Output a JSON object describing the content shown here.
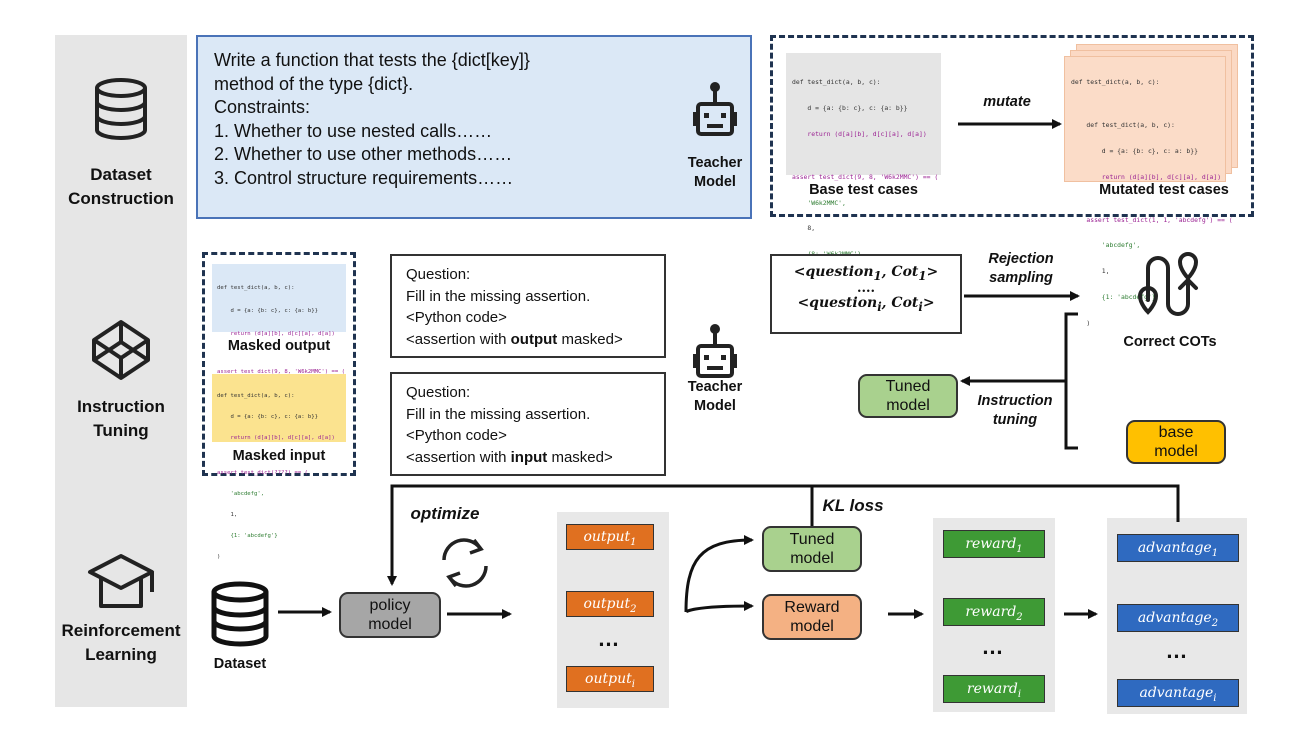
{
  "stages": {
    "dataset_construction": "Dataset\nConstruction",
    "instruction_tuning": "Instruction\nTuning",
    "reinforcement_learning": "Reinforcement\nLearning"
  },
  "prompt": {
    "line1": "Write a function that tests the {dict[key]}",
    "line2": "method of the type {dict}.",
    "line3": "Constraints:",
    "line4": "1. Whether to use nested calls……",
    "line5": "2. Whether to use other methods……",
    "line6": "3. Control structure requirements……"
  },
  "teacher_model_label": "Teacher\nModel",
  "mutate_label": "mutate",
  "base_test_cases_label": "Base test cases",
  "mutated_test_cases_label": "Mutated test cases",
  "masked_output_label": "Masked output",
  "masked_input_label": "Masked input",
  "question_output": {
    "q": "Question:",
    "fill": "Fill in the missing assertion.",
    "code": "<Python code>",
    "assert_pre": "<assertion with ",
    "bold": "output",
    "assert_post": " masked>"
  },
  "question_input": {
    "q": "Question:",
    "fill": "Fill in the missing assertion.",
    "code": "<Python code>",
    "assert_pre": "<assertion with ",
    "bold": "input",
    "assert_post": " masked>"
  },
  "qcot": {
    "q": "question",
    "cot": "Cot",
    "sub1": "1",
    "subi": "i",
    "dots": "...."
  },
  "rejection_sampling_label": "Rejection\nsampling",
  "correct_cots_label": "Correct COTs",
  "tuned_model_label": "Tuned\nmodel",
  "instruction_tuning_label": "Instruction\ntuning",
  "base_model_label": "base\nmodel",
  "optimize_label": "optimize",
  "kl_loss_label": "KL loss",
  "dataset_label": "Dataset",
  "policy_model_label": "policy\nmodel",
  "reward_model_label": "Reward\nmodel",
  "outputs": {
    "name": "output",
    "sub1": "1",
    "sub2": "2",
    "subi": "i"
  },
  "rewards": {
    "name": "reward",
    "sub1": "1",
    "sub2": "2",
    "subi": "i"
  },
  "advantages": {
    "name": "advantage",
    "sub1": "1",
    "sub2": "2",
    "subi": "i"
  },
  "ellipsis": "…",
  "colors": {
    "prompt_bg": "#dbe8f6",
    "prompt_border": "#4a73b8",
    "green_model": "#a9d18e",
    "base_model": "#ffc000",
    "policy_model": "#a6a6a6",
    "reward_model": "#f4b183",
    "orange_chip": "#e07020",
    "green_chip": "#3e9a35",
    "blue_chip": "#2f6ac0"
  },
  "code": {
    "base": [
      "def test_dict(a, b, c):",
      "    d = {a: {b: c}, c: {a: b}}",
      "    return (d[a][b], d[c][a], d[a])",
      "",
      "assert test_dict(9, 8, 'W6k2MMC') == (",
      "    'W6k2MMC',",
      "    8,",
      "    {8: 'W6k2MMC'}",
      ")"
    ],
    "mutated": [
      "def test_dict(a, b, c):",
      "",
      "    def test_dict(a, b, c):",
      "        d = {a: {b: c}, c: a: b}}",
      "        return (d[a][b], d[c][a], d[a])",
      "",
      "    assert test_dict(1, 1, 'abcdefg') == (",
      "        'abcdefg',",
      "        1,",
      "        {1: 'abcdefg'}",
      "    )"
    ],
    "masked_output": [
      "def test_dict(a, b, c):",
      "    d = {a: {b: c}, c: {a: b}}",
      "    return (d[a][b], d[c][a], d[a])",
      "",
      "assert test_dict(9, 8, 'W6k2MMC') == (",
      "    ????",
      ")"
    ],
    "masked_input": [
      "def test_dict(a, b, c):",
      "    d = {a: {b: c}, c: {a: b}}",
      "    return (d[a][b], d[c][a], d[a])",
      "",
      "assert test_dict(????) == (",
      "    'abcdefg',",
      "    1,",
      "    {1: 'abcdefg'}",
      ")"
    ]
  }
}
